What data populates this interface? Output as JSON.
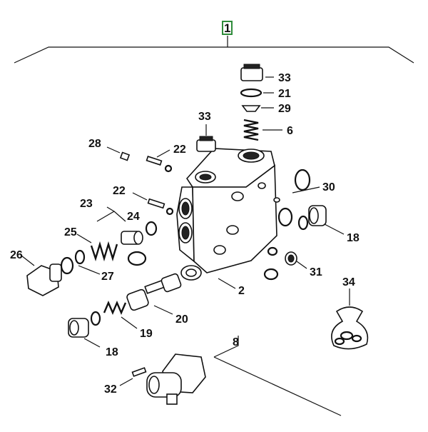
{
  "header_callout": "1",
  "accent_color": "#2e8b3a",
  "callouts": {
    "p33_top": "33",
    "p21": "21",
    "p29": "29",
    "p6": "6",
    "p33_mid": "33",
    "p28": "28",
    "p22_top": "22",
    "p30": "30",
    "p23": "23",
    "p22_mid": "22",
    "p24": "24",
    "p25": "25",
    "p18_right": "18",
    "p26": "26",
    "p27": "27",
    "p31": "31",
    "p2": "2",
    "p34": "34",
    "p20": "20",
    "p19": "19",
    "p18_bottom": "18",
    "p8": "8",
    "p32": "32"
  }
}
